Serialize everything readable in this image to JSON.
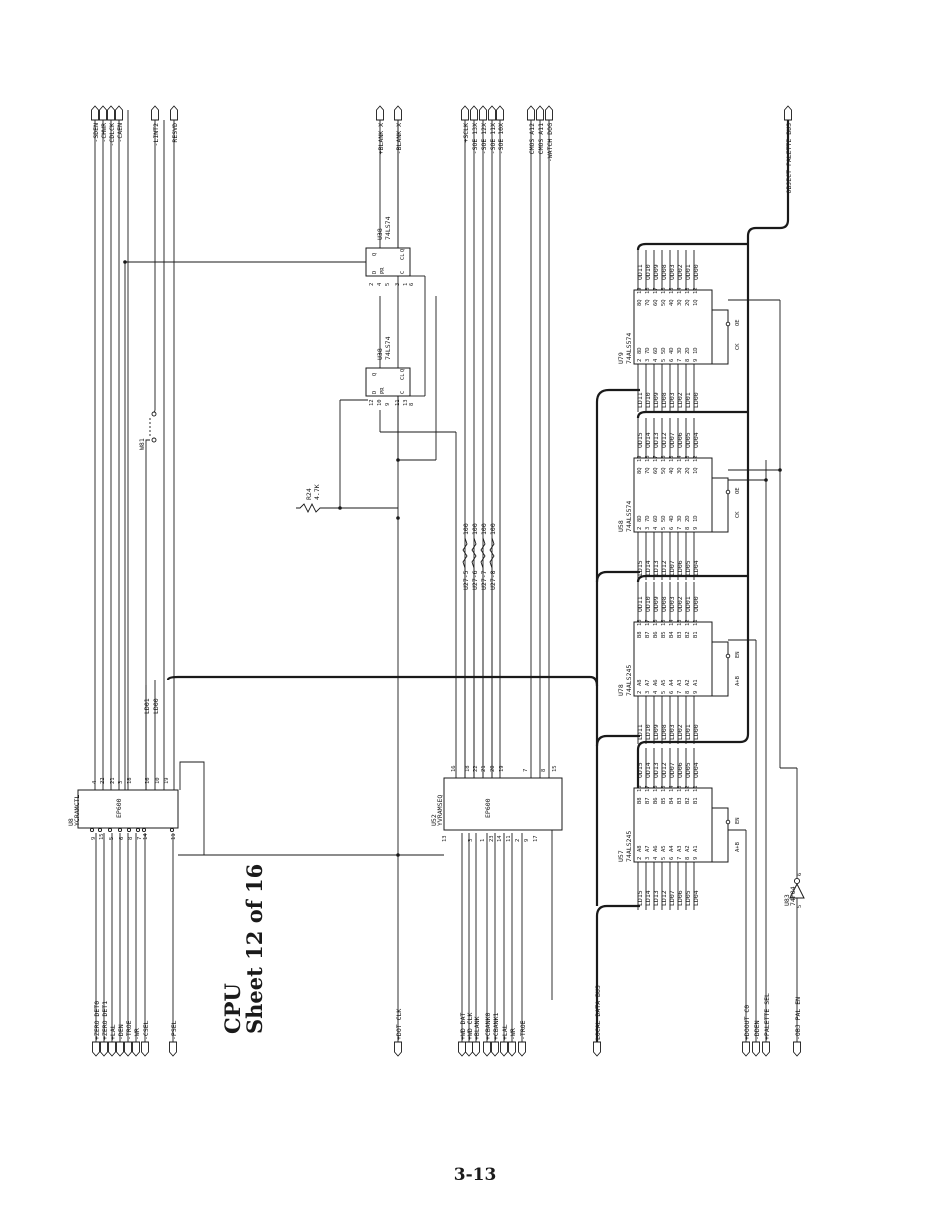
{
  "title": {
    "line1": "CPU",
    "line2": "Sheet 12 of 16"
  },
  "page_number": "3-13",
  "left_top_signals": [
    "+ZERO DET0",
    "+ZERO DET1",
    "+LAL",
    "-DEN",
    "-TROE",
    "-WR",
    "-CSEL",
    "-PSEL"
  ],
  "left_mid_signals": [
    "+WD DAT",
    "+WD CLK",
    "+BLANK",
    "+CBANK0",
    "+CBANK1",
    "+LAL",
    "-WR",
    "-TROE"
  ],
  "left_bottom_signals": [
    "+DOOUT C0",
    "-DDEN",
    "+PALETTE SEL"
  ],
  "dot_clk": "+DOT CLK",
  "local_data_bus": "LOCAL DATA BUS",
  "obj_pal_en": "-OBJ PAL EN",
  "top_signals": [
    "-SDEN",
    "-CHWR",
    "-CDLCK",
    "-CAEN",
    "-LINT2",
    "RESVD",
    "+BLANK X",
    "-BLANK X",
    "+SCLK",
    "-SOE 13X",
    "-SOE 12X",
    "-SOE 11X",
    "-SOE 10X",
    "CMOS A12",
    "CMOS A11",
    "-WATCH DOG"
  ],
  "object_palette_bus": "OBJECT PALETTE BUS",
  "chips": {
    "u8": {
      "ref": "U8",
      "name": "YCRAMCTL",
      "part": "EP600"
    },
    "u52": {
      "ref": "U52",
      "name": "YVRAMSEQ",
      "part": "EP600"
    },
    "u38a": {
      "ref": "U38",
      "part": "74LS74"
    },
    "u38b": {
      "ref": "U38",
      "part": "74LS74"
    },
    "u57": {
      "ref": "U57",
      "part": "74ALS245"
    },
    "u78": {
      "ref": "U78",
      "part": "74ALS245"
    },
    "u58": {
      "ref": "U58",
      "part": "74ALS574"
    },
    "u79": {
      "ref": "U79",
      "part": "74ALS574"
    },
    "u83": {
      "ref": "U83",
      "part": "74F04"
    }
  },
  "u8_pins_left": [
    "9",
    "15",
    "5",
    "6",
    "8",
    "7",
    "14",
    "11"
  ],
  "u8_pins_right": [
    "4",
    "22",
    "21",
    "3",
    "18",
    "16",
    "10",
    "19"
  ],
  "u52_pins_left": [
    "3",
    "1",
    "23",
    "14",
    "11",
    "2",
    "9",
    "17"
  ],
  "u52_pins_right": [
    "16",
    "18",
    "22",
    "21",
    "20",
    "19",
    "7",
    "8",
    "15"
  ],
  "u8_bus_labels": [
    "LD01",
    "LD00"
  ],
  "jumper": "W81",
  "resistor": {
    "ref": "R24",
    "value": "4.7K"
  },
  "resistor_array": [
    "U27-5",
    "U27-6",
    "U27-7",
    "U27-8"
  ],
  "resistor_array_value": "100",
  "ff_labels": {
    "d": "D",
    "pr": "PR",
    "q": "Q",
    "ck": "C",
    "cl": "CL",
    "qn": "Q"
  },
  "u38a_pins": [
    "12",
    "10",
    "9",
    "11",
    "13",
    "8"
  ],
  "u38b_pins": [
    "2",
    "4",
    "5",
    "3",
    "1",
    "6"
  ],
  "buf245_labels": {
    "a": [
      "A8",
      "A7",
      "A6",
      "A5",
      "A4",
      "A3",
      "A2",
      "A1"
    ],
    "b": [
      "B8",
      "B7",
      "B6",
      "B5",
      "B4",
      "B3",
      "B2",
      "B1"
    ],
    "dir": "A+B",
    "en": "EN"
  },
  "reg574_labels": {
    "d": [
      "8D",
      "7D",
      "6D",
      "5D",
      "4D",
      "3D",
      "2D",
      "1D"
    ],
    "q": [
      "8Q",
      "7Q",
      "6Q",
      "5Q",
      "4Q",
      "3Q",
      "2Q",
      "1Q"
    ],
    "ck": "CK",
    "oe": "OE"
  },
  "in_pins": [
    "2",
    "3",
    "4",
    "5",
    "6",
    "7",
    "8",
    "9"
  ],
  "out_pins": [
    "18",
    "17",
    "16",
    "15",
    "14",
    "13",
    "12",
    "11"
  ],
  "reg_out_pins": [
    "19",
    "18",
    "17",
    "16",
    "15",
    "14",
    "13",
    "12"
  ],
  "u57_in": [
    "LD15",
    "LD14",
    "LD13",
    "LD12",
    "LD07",
    "LD06",
    "LD05",
    "LD04"
  ],
  "u57_out": [
    "OD15",
    "OD14",
    "OD13",
    "OD12",
    "OD07",
    "OD06",
    "OD05",
    "OD04"
  ],
  "u78_in": [
    "LD11",
    "LD10",
    "LD09",
    "LD08",
    "LD03",
    "LD02",
    "LD01",
    "LD00"
  ],
  "u78_out": [
    "OD11",
    "OD10",
    "OD09",
    "OD08",
    "OD03",
    "OD02",
    "OD01",
    "OD00"
  ],
  "u58_in": [
    "LD15",
    "LD14",
    "LD13",
    "LD12",
    "LD07",
    "LD06",
    "LD05",
    "LD04"
  ],
  "u58_out": [
    "OD15",
    "OD14",
    "OD13",
    "OD12",
    "OD07",
    "OD06",
    "OD05",
    "OD04"
  ],
  "u79_in": [
    "LD11",
    "LD10",
    "LD09",
    "LD08",
    "LD03",
    "LD02",
    "LD01",
    "LD00"
  ],
  "u79_out": [
    "OD11",
    "OD10",
    "OD09",
    "OD08",
    "OD03",
    "OD02",
    "OD01",
    "OD00"
  ],
  "inv_pins": [
    "5",
    "6"
  ]
}
